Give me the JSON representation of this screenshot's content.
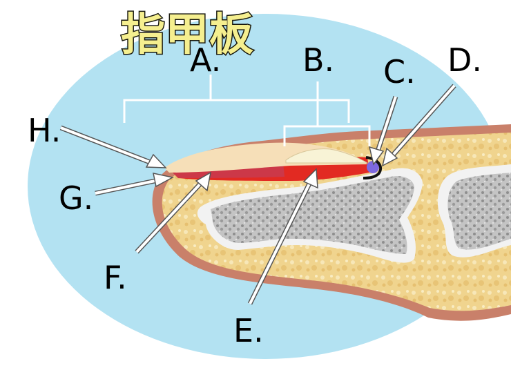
{
  "title": "指甲板",
  "labels": {
    "a": "A.",
    "b": "B.",
    "c": "C.",
    "d": "D.",
    "e": "E.",
    "f": "F.",
    "g": "G.",
    "h": "H."
  },
  "colors": {
    "background_ellipse": "#b3e2f2",
    "skin": "#f0d99a",
    "skin_outline": "#c9806a",
    "bone": "#f2f2f2",
    "nail_plate": "#f6dfb8",
    "nail_bed": "#e22a22",
    "lunula": "#f8f3d6",
    "matrix_dot": "#7d68e0"
  }
}
